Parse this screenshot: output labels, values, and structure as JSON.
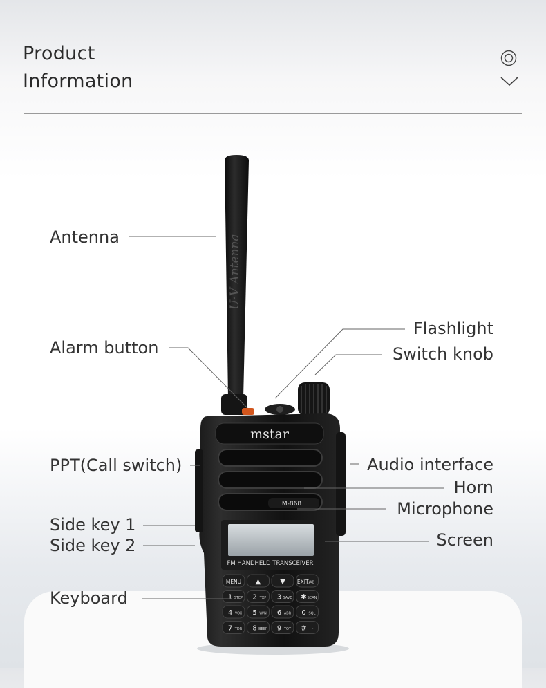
{
  "header": {
    "title_line1": "Product",
    "title_line2": "Information",
    "icons": [
      "target-icon",
      "chevron-down-icon"
    ]
  },
  "device": {
    "brand": "mstar",
    "model": "M-868",
    "antenna_text": "U·V Antenna",
    "screen_caption": "FM HANDHELD TRANSCEIVER",
    "keys": [
      {
        "main": "MENU",
        "sub": ""
      },
      {
        "main": "▲",
        "sub": ""
      },
      {
        "main": "▼",
        "sub": ""
      },
      {
        "main": "EXIT/",
        "sub": "AB"
      },
      {
        "main": "1",
        "sub": "STEP"
      },
      {
        "main": "2",
        "sub": "TXP"
      },
      {
        "main": "3",
        "sub": "SAVE"
      },
      {
        "main": "✱",
        "sub": "SCAN"
      },
      {
        "main": "4",
        "sub": "VOX"
      },
      {
        "main": "5",
        "sub": "W/N"
      },
      {
        "main": "6",
        "sub": "ABR"
      },
      {
        "main": "0",
        "sub": "SQL"
      },
      {
        "main": "7",
        "sub": "TDR"
      },
      {
        "main": "8",
        "sub": "BEEP"
      },
      {
        "main": "9",
        "sub": "TOT"
      },
      {
        "main": "#",
        "sub": "⊸"
      }
    ]
  },
  "labels": {
    "antenna": "Antenna",
    "alarm_button": "Alarm button",
    "ppt": "PPT(Call switch)",
    "side_key_1": "Side key 1",
    "side_key_2": "Side key 2",
    "keyboard": "Keyboard",
    "flashlight": "Flashlight",
    "switch_knob": "Switch knob",
    "audio_interface": "Audio interface",
    "horn": "Horn",
    "microphone": "Microphone",
    "screen": "Screen"
  }
}
